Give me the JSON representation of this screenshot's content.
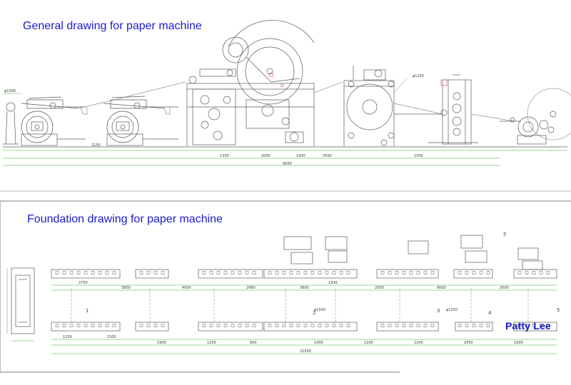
{
  "general": {
    "title": "General drawing for paper machine",
    "dims": [
      "2150",
      "1330",
      "2000",
      "1930",
      "2500",
      "1500",
      "9000",
      "φ1500",
      "φ1250"
    ]
  },
  "foundation": {
    "title": "Foundation drawing for paper machine",
    "dims": [
      "2750",
      "3800",
      "4500",
      "2960",
      "3600",
      "1930",
      "2500",
      "9000",
      "2000",
      "1250",
      "1500",
      "1900",
      "1200",
      "600",
      "1400",
      "1100",
      "2200",
      "2050",
      "1000",
      "21500",
      "φ1500",
      "φ1250"
    ],
    "part_numbers": [
      "1",
      "2",
      "3",
      "4",
      "5",
      "5"
    ]
  },
  "signature": "Patty Lee",
  "colors": {
    "title": "#1a1acc",
    "signature": "#1313c8",
    "line": "#555555",
    "green": "#39a839",
    "pink": "#d65f8a"
  }
}
